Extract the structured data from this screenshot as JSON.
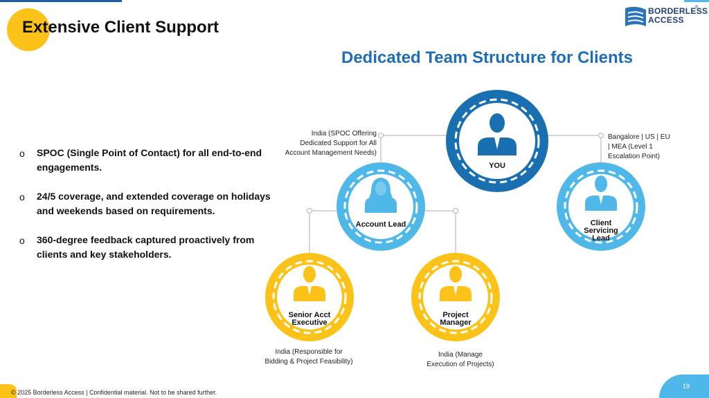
{
  "header": {
    "title": "Extensive Client Support",
    "logo": {
      "line1": "BORDERLESS",
      "line2": "ACCESS",
      "reg": "®"
    }
  },
  "subtitle": "Dedicated Team Structure for Clients",
  "bullets": [
    {
      "marker": "o",
      "text": "SPOC (Single Point of Contact) for all end-to-end engagements."
    },
    {
      "marker": "o",
      "text": "24/5 coverage, and extended coverage on holidays and weekends based on requirements."
    },
    {
      "marker": "o",
      "text": "360-degree feedback captured proactively from clients and key stakeholders."
    }
  ],
  "nodes": {
    "you": {
      "label": "YOU",
      "color": "#1a6fb0"
    },
    "account_lead": {
      "label": "Account Lead",
      "color": "#4fb8e8"
    },
    "client_servicing_lead": {
      "label_lines": [
        "Client",
        "Servicing",
        "Lead"
      ],
      "color": "#4fb8e8"
    },
    "senior_acct_executive": {
      "label_lines": [
        "Senior Acct",
        "Executive"
      ],
      "color": "#fbc21a"
    },
    "project_manager": {
      "label_lines": [
        "Project",
        "Manager"
      ],
      "color": "#fbc21a"
    }
  },
  "notes": {
    "account_lead": [
      "India (SPOC Offering",
      "Dedicated Support for All",
      "Account Management Needs)"
    ],
    "client_servicing_lead": [
      "Bangalore | US | EU",
      "| MEA (Level 1",
      "Escalation Point)"
    ],
    "senior_acct_executive": [
      "India (Responsible for",
      "Bidding & Project Feasibility)"
    ],
    "project_manager": [
      "India (Manage",
      "Execution of Projects)"
    ]
  },
  "footer": {
    "text": "© 2025 Borderless Access | Confidential material. Not to be shared further.",
    "page_number": "19"
  }
}
